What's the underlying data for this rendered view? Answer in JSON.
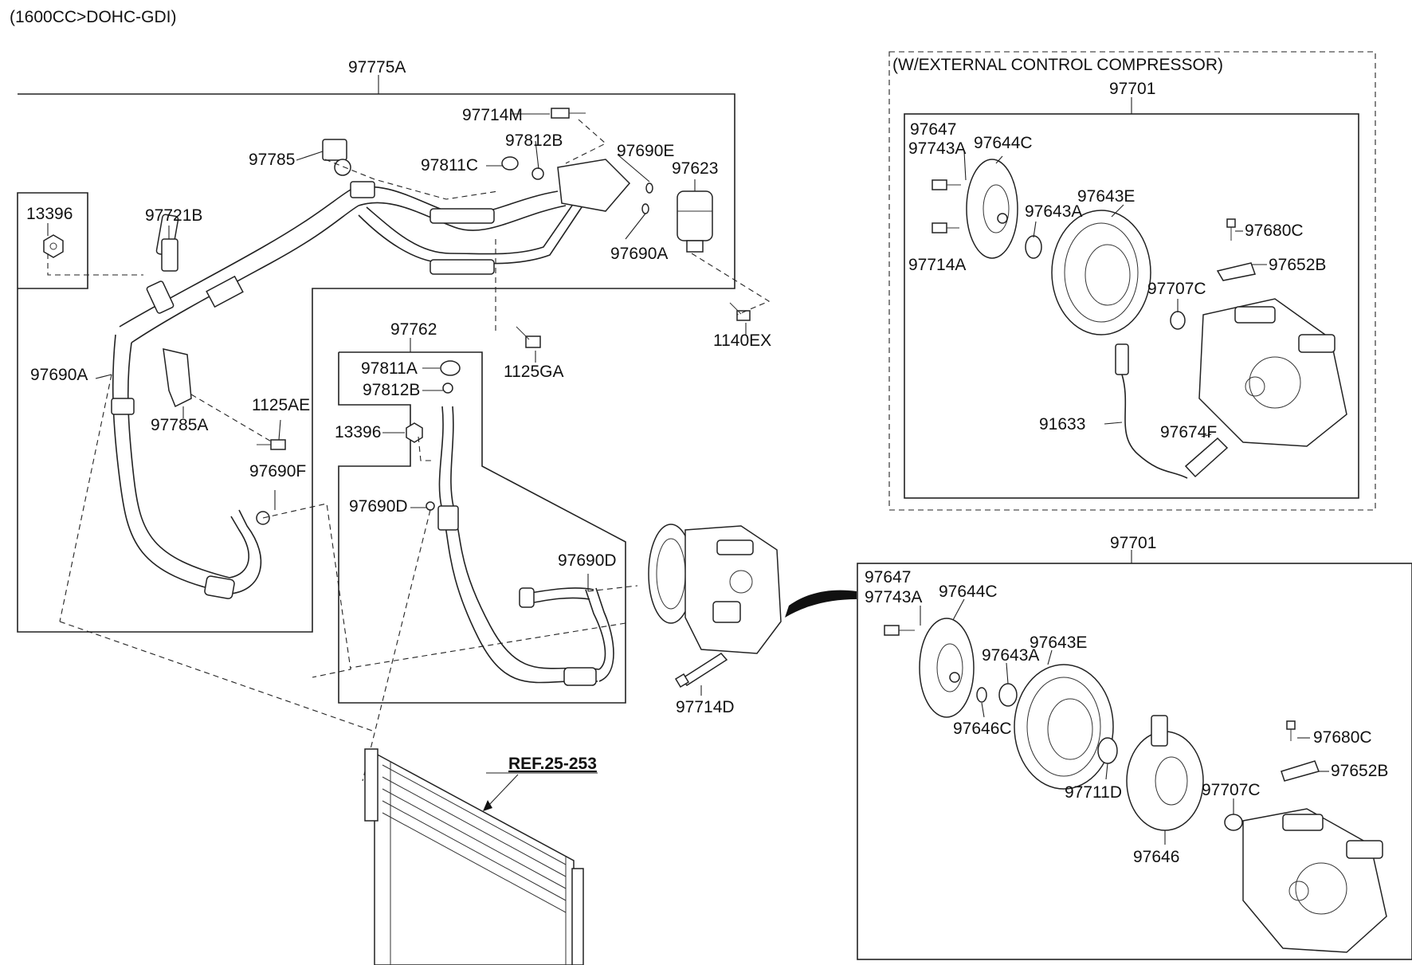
{
  "header": {
    "engine_note": "(1600CC>DOHC-GDI)"
  },
  "sections": {
    "external_control": "(W/EXTERNAL CONTROL COMPRESSOR)"
  },
  "labels": {
    "a97775A": "97775A",
    "a97714M": "97714M",
    "a97812B_top": "97812B",
    "a97690E": "97690E",
    "a97785": "97785",
    "a97811C": "97811C",
    "a97623": "97623",
    "a13396_left": "13396",
    "a97721B": "97721B",
    "a97690A_top": "97690A",
    "a1140EX": "1140EX",
    "a1125GA": "1125GA",
    "a97690A_left": "97690A",
    "a97785A": "97785A",
    "a97762": "97762",
    "a97811A": "97811A",
    "a97812B_mid": "97812B",
    "a1125AE": "1125AE",
    "a13396_mid": "13396",
    "a97690F": "97690F",
    "a97690D_left": "97690D",
    "a97690D_right": "97690D",
    "a97714D": "97714D",
    "ref": "REF.25-253",
    "u97701": "97701",
    "u97647": "97647",
    "u97743A": "97743A",
    "u97644C": "97644C",
    "u97643E": "97643E",
    "u97643A": "97643A",
    "u97680C": "97680C",
    "u97714A": "97714A",
    "u97652B": "97652B",
    "u97707C": "97707C",
    "u91633": "91633",
    "u97674F": "97674F",
    "l97701": "97701",
    "l97647": "97647",
    "l97743A": "97743A",
    "l97644C": "97644C",
    "l97643E": "97643E",
    "l97643A": "97643A",
    "l97646C": "97646C",
    "l97680C": "97680C",
    "l97652B": "97652B",
    "l97711D": "97711D",
    "l97707C": "97707C",
    "l97646": "97646"
  }
}
